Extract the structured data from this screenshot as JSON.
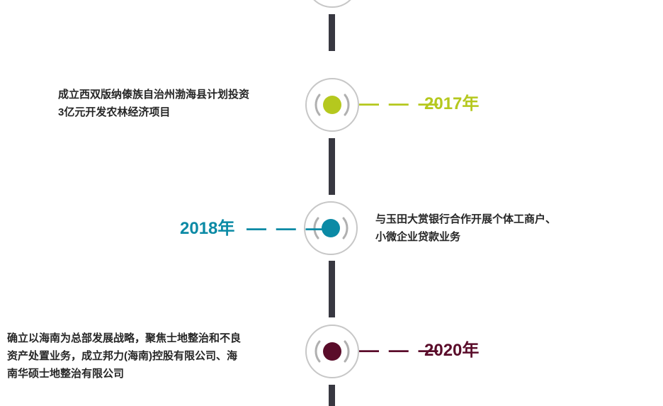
{
  "colors": {
    "line": "#383841",
    "ring": "#c7c7c7",
    "y2017": "#b5c81e",
    "y2018": "#0b8aa5",
    "y2020": "#5a0c2a"
  },
  "events": [
    {
      "year": "2017年",
      "connector": "— — —",
      "lines": [
        "成立西双版纳傣族自治州渤海县计划投资",
        "3亿元开发农林经济项目"
      ]
    },
    {
      "year": "2018年",
      "connector": "— — —",
      "lines": [
        "与玉田大赏银行合作开展个体工商户、",
        "小微企业贷款业务"
      ]
    },
    {
      "year": "2020年",
      "connector": "— — —",
      "lines": [
        "确立以海南为总部发展战略，聚焦士地整治和不良",
        "资产处置业务，成立邦力(海南)控股有限公司、海",
        "南华硕士地整治有限公司"
      ]
    }
  ]
}
